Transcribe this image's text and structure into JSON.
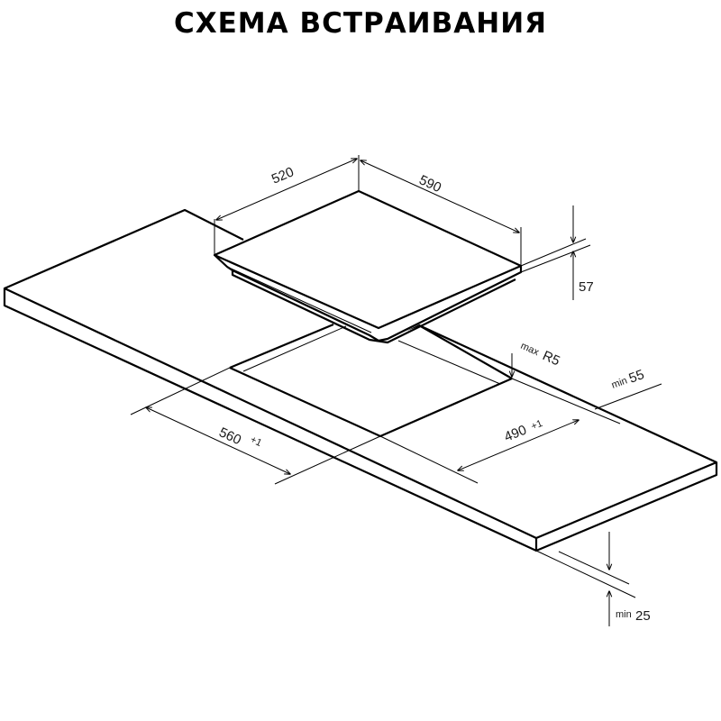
{
  "title": "СХЕМА ВСТРАИВАНИЯ",
  "dimensions": {
    "hob_depth": "520",
    "hob_width": "590",
    "hob_height": "57",
    "corner_radius_prefix": "max",
    "corner_radius": "R5",
    "edge_margin_prefix": "min",
    "edge_margin": "55",
    "cutout_width": "560",
    "cutout_width_tol": "+1",
    "cutout_depth": "490",
    "cutout_depth_tol": "+1",
    "worktop_thickness_prefix": "min",
    "worktop_thickness": "25"
  }
}
